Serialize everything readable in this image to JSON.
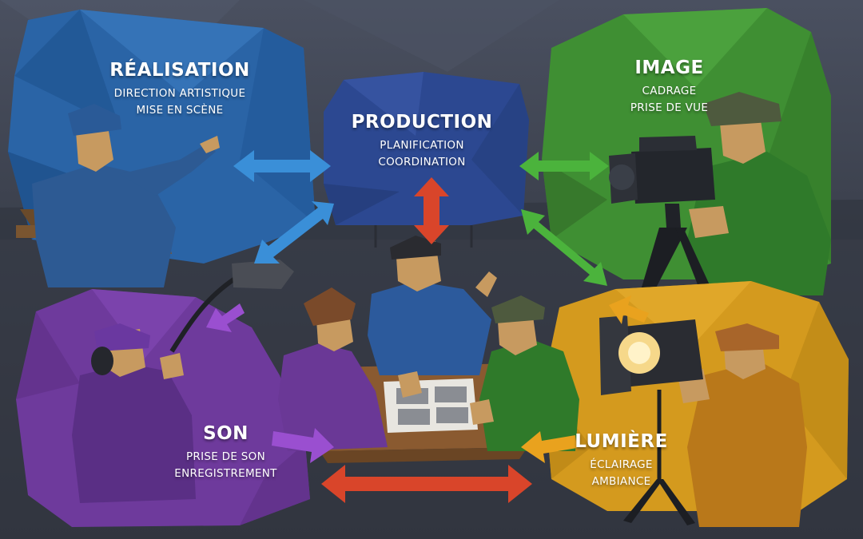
{
  "departments": {
    "realisation": {
      "title": "RÉALISATION",
      "line1": "DIRECTION ARTISTIQUE",
      "line2": "MISE EN SCÈNE",
      "color": "#2a64a6"
    },
    "production": {
      "title": "PRODUCTION",
      "line1": "PLANIFICATION",
      "line2": "COORDINATION",
      "color": "#2c4891"
    },
    "image": {
      "title": "IMAGE",
      "line1": "CADRAGE",
      "line2": "PRISE DE VUE",
      "color": "#3f8f33"
    },
    "son": {
      "title": "SON",
      "line1": "PRISE DE SON",
      "line2": "ENREGISTREMENT",
      "color": "#6e3a9c"
    },
    "lumiere": {
      "title": "LUMIÈRE",
      "line1": "ÉCLAIRAGE",
      "line2": "AMBIANCE",
      "color": "#d49a1e"
    }
  },
  "arrow_colors": {
    "blue": "#3a8fd8",
    "red": "#d9452a",
    "green": "#4bb33c",
    "purple": "#9a4fd0",
    "orange": "#e9a21e"
  }
}
